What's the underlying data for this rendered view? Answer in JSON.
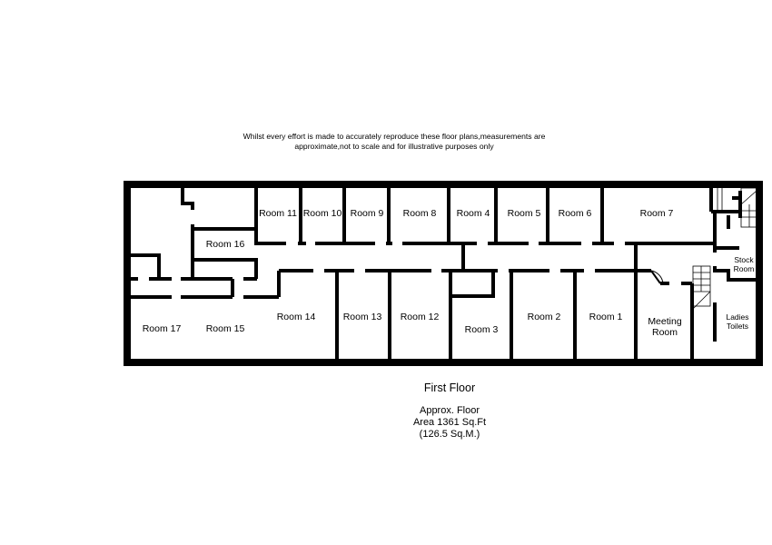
{
  "disclaimer": {
    "line1": "Whilst every effort is made to accurately reproduce these floor plans,measurements are",
    "line2": "approximate,not to scale and for illustrative purposes only"
  },
  "rooms": {
    "room11": "Room 11",
    "room10": "Room 10",
    "room9": "Room 9",
    "room8": "Room 8",
    "room4": "Room 4",
    "room5": "Room 5",
    "room6": "Room 6",
    "room7": "Room 7",
    "room16": "Room 16",
    "room17": "Room 17",
    "room15": "Room 15",
    "room14": "Room 14",
    "room13": "Room 13",
    "room12": "Room 12",
    "room3": "Room 3",
    "room2": "Room 2",
    "room1": "Room 1",
    "meeting1": "Meeting",
    "meeting2": "Room",
    "stock1": "Stock",
    "stock2": "Room",
    "ladies1": "Ladies",
    "ladies2": "Toilets"
  },
  "floor": {
    "title": "First Floor",
    "area_line1": "Approx. Floor",
    "area_line2": "Area 1361 Sq.Ft",
    "area_line3": "(126.5 Sq.M.)"
  }
}
